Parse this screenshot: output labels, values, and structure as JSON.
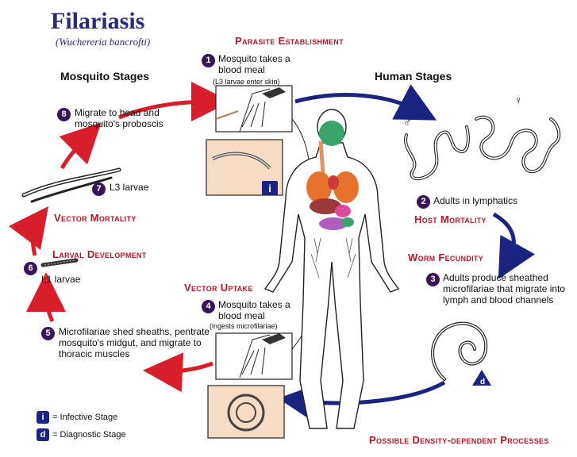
{
  "title": "Filariasis",
  "subtitle": "(Wuchereria bancrofti)",
  "sections": {
    "mosquito": "Mosquito Stages",
    "human": "Human Stages"
  },
  "labels": {
    "parasite_establishment": "Parasite Establishment",
    "host_mortality": "Host Mortality",
    "worm_fecundity": "Worm Fecundity",
    "vector_uptake": "Vector Uptake",
    "vector_mortality": "Vector Mortality",
    "larval_development": "Larval Development",
    "density": "Possible Density-dependent Processes"
  },
  "steps": [
    {
      "n": "1",
      "text": "Mosquito takes a blood meal",
      "sub": "(L3 larvae enter skin)"
    },
    {
      "n": "2",
      "text": "Adults in lymphatics"
    },
    {
      "n": "3",
      "text": "Adults produce sheathed microfilariae that migrate into lymph and blood channels"
    },
    {
      "n": "4",
      "text": "Mosquito takes a blood meal",
      "sub": "(ingests microfilariae)"
    },
    {
      "n": "5",
      "text": "Microfilariae shed sheaths, pentrate mosquito's midgut, and migrate to thoracic muscles"
    },
    {
      "n": "6",
      "text": "L1 larvae"
    },
    {
      "n": "7",
      "text": "L3 larvae"
    },
    {
      "n": "8",
      "text": "Migrate to head and mosquito's proboscis"
    }
  ],
  "legend": [
    {
      "symbol": "i",
      "text": "= Infective Stage"
    },
    {
      "symbol": "d",
      "text": "= Diagnostic Stage"
    }
  ],
  "symbols": {
    "male": "♂",
    "female": "♀"
  },
  "colors": {
    "arrow_red": "#d81e2a",
    "arrow_blue": "#1a237e",
    "label_red": "#b5172a",
    "step_badge": "#3a1458",
    "panel": "#f7dcc4"
  }
}
